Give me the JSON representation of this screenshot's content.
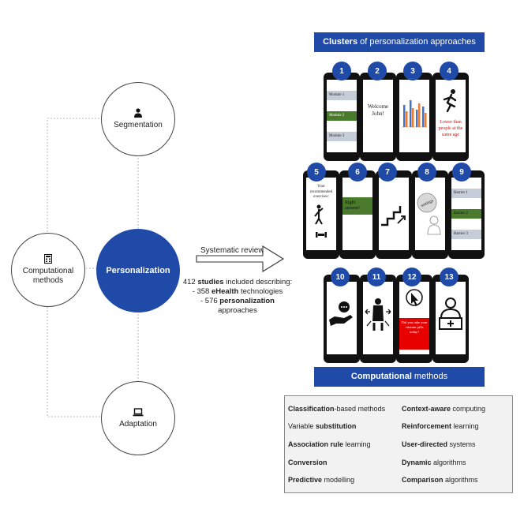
{
  "left_diagram": {
    "segmentation": "Segmentation",
    "computational_methods": "Computational methods",
    "personalization": "Personalization",
    "adaptation": "Adaptation"
  },
  "review": {
    "arrow_label": "Systematic review",
    "line1_a": "412 ",
    "line1_b": "studies",
    "line1_c": " included describing:",
    "line2_a": "- 358 ",
    "line2_b": "eHealth",
    "line2_c": " technologies",
    "line3_a": "- 576 ",
    "line3_b": "personalization",
    "line4": "approaches"
  },
  "clusters_banner": {
    "bold": "Clusters",
    "rest": " of personalization approaches"
  },
  "phones": {
    "p1": {
      "num": "1",
      "modules": [
        "Module 1",
        "Module 2",
        "Module 3"
      ]
    },
    "p2": {
      "num": "2",
      "text": "Welcome John!"
    },
    "p3": {
      "num": "3"
    },
    "p4": {
      "num": "4",
      "text": "Lower than people at the same age"
    },
    "p5": {
      "num": "5",
      "text": "Your recommended exercises:"
    },
    "p6": {
      "num": "6",
      "text": "Right answer!"
    },
    "p7": {
      "num": "7"
    },
    "p8": {
      "num": "8",
      "text": "settings"
    },
    "p9": {
      "num": "9",
      "barriers": [
        "Barrier 1",
        "Barrier 2",
        "Barrier 3"
      ]
    },
    "p10": {
      "num": "10"
    },
    "p11": {
      "num": "11"
    },
    "p12": {
      "num": "12",
      "text": "Did you take your vitamin pills today?"
    },
    "p13": {
      "num": "13"
    }
  },
  "computational_banner": {
    "bold": "Computational",
    "rest": " methods"
  },
  "methods": [
    {
      "bold": "Classification",
      "rest": "-based methods"
    },
    {
      "bold": "Context-aware",
      "rest": " computing"
    },
    {
      "pre": "Variable ",
      "bold": "substitution"
    },
    {
      "bold": "Reinforcement",
      "rest": " learning"
    },
    {
      "bold": "Association rule",
      "rest": " learning"
    },
    {
      "bold": "User-directed",
      "rest": " systems"
    },
    {
      "bold": "Conversion",
      "rest": ""
    },
    {
      "bold": "Dynamic",
      "rest": " algorithms"
    },
    {
      "bold": "Predictive",
      "rest": " modelling"
    },
    {
      "bold": "Comparison",
      "rest": " algorithms"
    }
  ],
  "colors": {
    "blue": "#1f4aa8",
    "green": "#4a7a2c",
    "red": "#e60000",
    "module_gray": "#c5cdd8"
  }
}
